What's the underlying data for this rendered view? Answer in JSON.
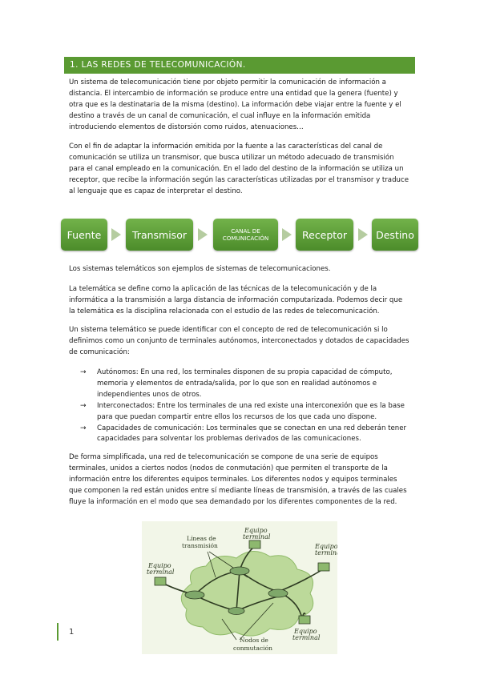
{
  "heading": {
    "title": "1. LAS REDES DE TELECOMUNICACIÓN."
  },
  "paragraphs": {
    "p1": "Un sistema de telecomunicación tiene por objeto permitir la comunicación de información a distancia. El intercambio de información se produce entre una entidad que la genera (fuente) y otra que es la destinataria de la misma (destino). La información debe viajar entre la fuente y el destino a través de un canal de comunicación, el cual influye en la información emitida introduciendo elementos de distorsión como ruidos, atenuaciones…",
    "p2": "Con el fin de adaptar la información emitida por la fuente a las características del canal de comunicación se utiliza un transmisor, que busca utilizar un método adecuado de transmisión para el canal empleado en la comunicación. En el lado del destino de la información se utiliza un receptor, que recibe la información según las características utilizadas por el transmisor y traduce al lenguaje que es capaz de interpretar el destino.",
    "p3": "Los sistemas telemáticos son ejemplos de sistemas de telecomunicaciones.",
    "p4": "La telemática se define como la aplicación de las técnicas de la telecomunicación y de la informática a la transmisión a larga distancia de información computarizada. Podemos decir que la telemática es la disciplina relacionada con el estudio de las redes de telecomunicación.",
    "p5": "Un sistema telemático se puede identificar con el concepto de red de telecomunicación si lo definimos como un conjunto de terminales autónomos, interconectados y dotados de capacidades de comunicación:",
    "p6": "De forma simplificada, una red de telecomunicación se compone de una serie de equipos terminales, unidos a ciertos nodos (nodos de conmutación) que permiten el transporte de la información entre los diferentes equipos terminales. Los diferentes nodos y equipos terminales que componen la red están unidos entre sí mediante líneas de transmisión, a través de las cuales fluye la información en el modo que sea demandado por los diferentes componentes de la red."
  },
  "flow": {
    "steps": [
      "Fuente",
      "Transmisor",
      "CANAL DE",
      "COMUNICACIÓN",
      "Receptor",
      "Destino"
    ],
    "color": "#5a9a32"
  },
  "bullets": {
    "items": [
      "Autónomos: En una red, los terminales disponen de su propia capacidad de cómputo, memoria y elementos de entrada/salida, por lo que son en realidad autónomos e independientes unos de otros.",
      "Interconectados: Entre los terminales de una red existe una interconexión que es la base para que puedan compartir entre ellos los recursos de los que cada uno dispone.",
      "Capacidades de comunicación: Los terminales que se conectan en una red deberán tener capacidades para solventar los problemas derivados de las comunicaciones."
    ]
  },
  "network_figure": {
    "equipo": "Equipo",
    "terminal": "terminal",
    "lineas": "Líneas de",
    "transmision": "transmisión",
    "nodos": "Nodos de",
    "conmutacion": "conmutación"
  },
  "footer": {
    "page_number": "1"
  }
}
